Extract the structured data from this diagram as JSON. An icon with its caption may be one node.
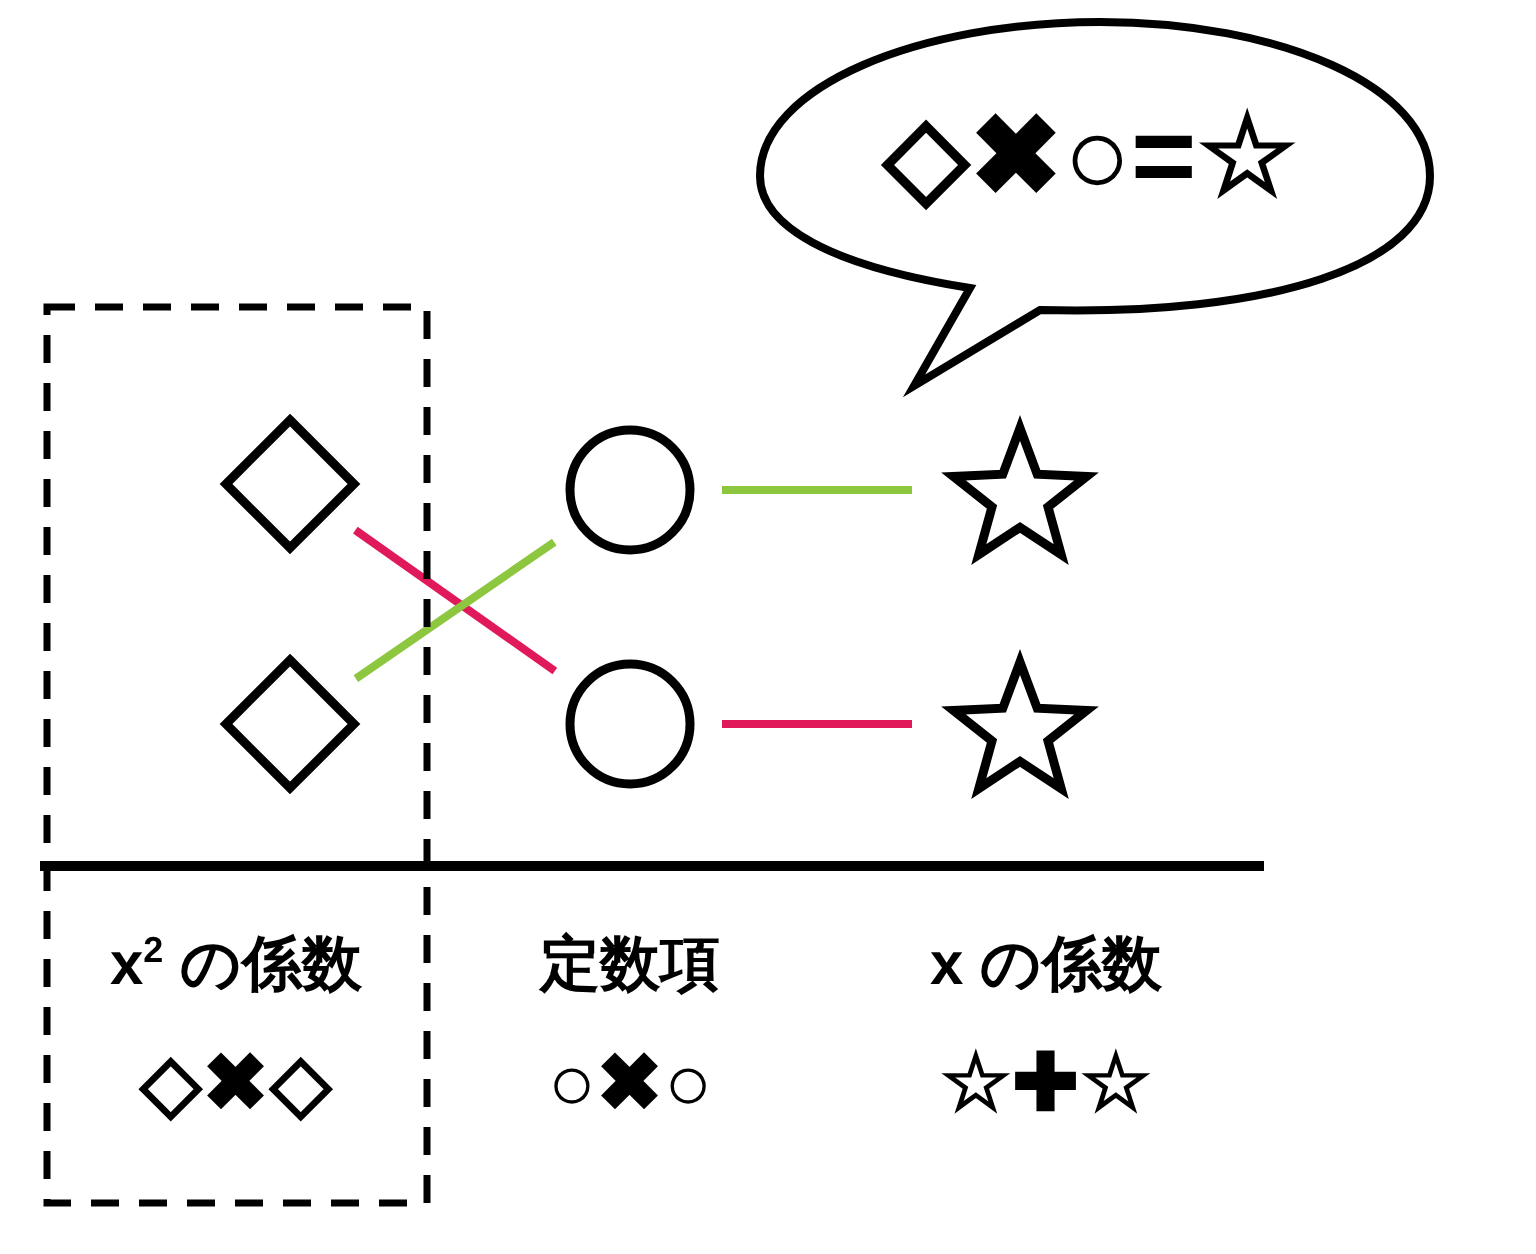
{
  "diagram": {
    "nodes": [
      {
        "text": [
          "x$^{2}$ の係数",
          "◇✖◇"
        ]
      },
      {
        "text": [],
        "shape": "diamond",
        "in": 0
      },
      {
        "text": [],
        "shape": "diamond",
        "in": 0
      },
      {
        "text": [],
        "shape": "circle"
      },
      {
        "text": [],
        "shape": "circle"
      },
      {
        "text": [],
        "shape": "star"
      },
      {
        "text": [],
        "shape": "star"
      },
      {
        "text": [
          "◇✖○=☆"
        ]
      }
    ],
    "edges": [
      {
        "from": 1,
        "to": 4,
        "arrow": "none",
        "color": "#e0195a"
      },
      {
        "from": 2,
        "to": 3,
        "arrow": "none",
        "color": "#8dc63f"
      },
      {
        "from": 3,
        "to": 5,
        "arrow": "none",
        "color": "#8dc63f"
      },
      {
        "from": 4,
        "to": 6,
        "arrow": "none",
        "color": "#e0195a"
      }
    ],
    "labels": [
      "定数項",
      "○✖○",
      "x の係数",
      "☆✚☆"
    ]
  }
}
